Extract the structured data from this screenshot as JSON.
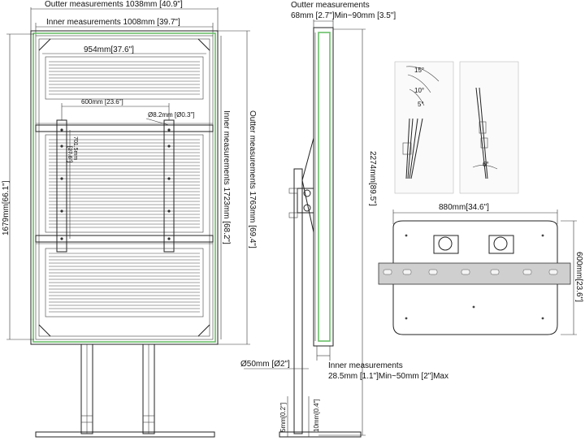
{
  "front": {
    "outer_width": "Outter measurements 1038mm [40.9\"]",
    "inner_width": "Inner measurements  1008mm [39.7\"]",
    "screen_width": "954mm[37.6\"]",
    "vesa_width": "600mm [23.6\"]",
    "hole_diameter": "Ø8.2mm [Ø0.3\"]",
    "vesa_height": "701.5mm",
    "vesa_height_in": "[27.6\"]",
    "screen_height": "1679mm[66.1\"]",
    "inner_height": "Inner measurements  1723mm [68.2\"]",
    "outer_height": "Outter measurements  1763mm [69.4\"]"
  },
  "side": {
    "outer_depth_title": "Outter measurements",
    "outer_depth": "68mm [2.7\"]Min~90mm [3.5\"]",
    "total_height": "2274mm[89.5\"]",
    "pole_diameter": "Ø50mm [Ø2\"]",
    "inner_depth_title": "Inner measurements",
    "inner_depth": "28.5mm [1.1\"]Min~50mm [2\"]Max",
    "base_5mm": "5mm[0.2\"]",
    "base_10mm": "10mm[0.4\"]"
  },
  "tilt": {
    "angle_15": "15°",
    "angle_10": "10°",
    "angle_5": "5°",
    "angle_6": "6°"
  },
  "base": {
    "width": "880mm[34.6\"]",
    "depth": "600mm[23.6\"]"
  }
}
